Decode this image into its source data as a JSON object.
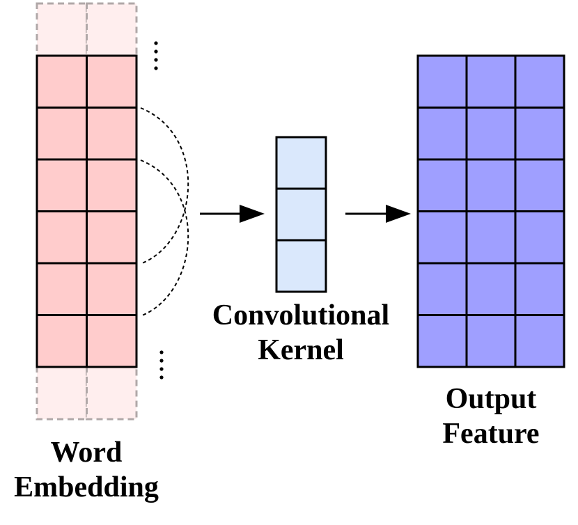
{
  "labels": {
    "word_embedding": {
      "line1": "Word",
      "line2": "Embedding"
    },
    "conv_kernel": {
      "line1": "Convolutional",
      "line2": "Kernel"
    },
    "output_feature": {
      "line1": "Output",
      "line2": "Feature"
    }
  },
  "word_embedding_grid": {
    "rows": 6,
    "cols": 2,
    "padding_rows_top": 1,
    "padding_rows_bottom": 1
  },
  "kernel_grid": {
    "rows": 3,
    "cols": 1
  },
  "output_grid": {
    "rows": 6,
    "cols": 3
  },
  "colors": {
    "embedding_fill": "#ffcccc",
    "padding_fill": "#ffeeee",
    "padding_stroke": "#b0a8a8",
    "kernel_fill": "#dae8fc",
    "output_fill": "#9f9fff",
    "stroke": "#000000"
  },
  "icons": {
    "ellipsis_top": "vertical-ellipsis-icon",
    "ellipsis_bottom": "vertical-ellipsis-icon",
    "arrow_1": "right-arrow-icon",
    "arrow_2": "right-arrow-icon"
  }
}
